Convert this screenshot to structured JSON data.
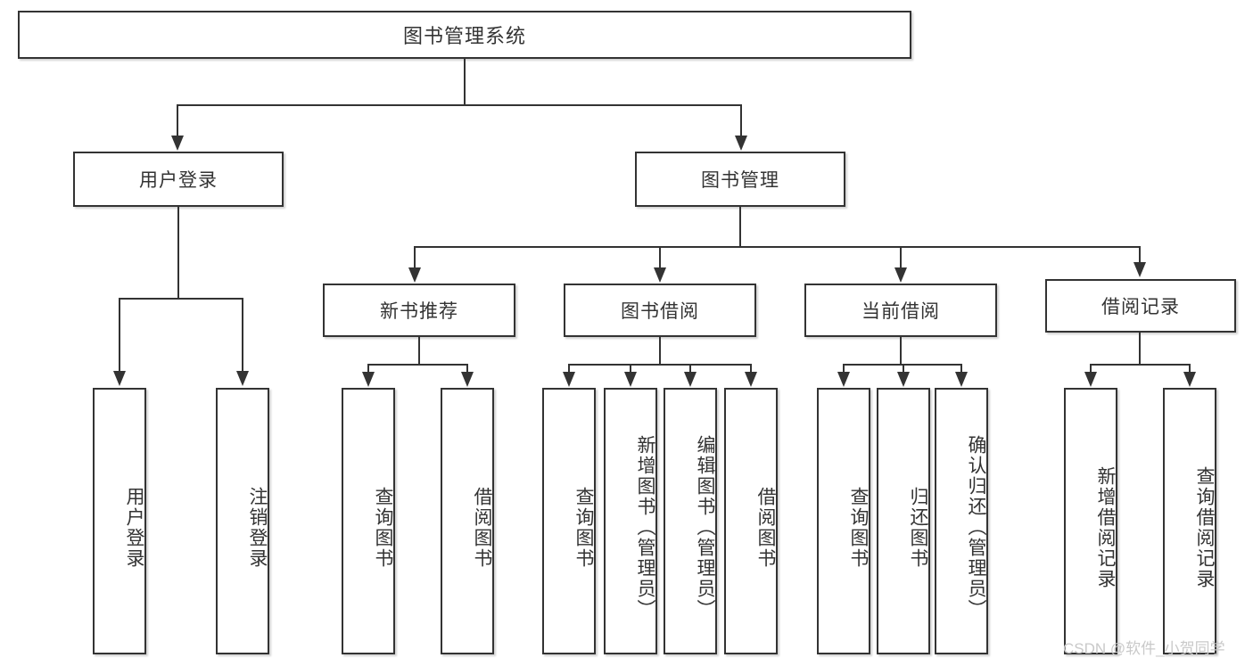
{
  "diagram": {
    "type": "tree",
    "title": "图书管理系统",
    "root": {
      "label": "图书管理系统",
      "children": [
        {
          "label": "用户登录",
          "children": [
            {
              "label": "用户登录"
            },
            {
              "label": "注销登录"
            }
          ]
        },
        {
          "label": "图书管理",
          "children": [
            {
              "label": "新书推荐",
              "children": [
                {
                  "label": "查询图书"
                },
                {
                  "label": "借阅图书"
                }
              ]
            },
            {
              "label": "图书借阅",
              "children": [
                {
                  "label": "查询图书"
                },
                {
                  "label": "新增图书（管理员）"
                },
                {
                  "label": "编辑图书（管理员）"
                },
                {
                  "label": "借阅图书"
                }
              ]
            },
            {
              "label": "当前借阅",
              "children": [
                {
                  "label": "查询图书"
                },
                {
                  "label": "归还图书"
                },
                {
                  "label": "确认归还（管理员）"
                }
              ]
            },
            {
              "label": "借阅记录",
              "children": [
                {
                  "label": "新增借阅记录"
                },
                {
                  "label": "查询借阅记录"
                }
              ]
            }
          ]
        }
      ]
    }
  },
  "watermark": {
    "text": "CSDN @软件_小贺同学",
    "color": "#c9c9c9"
  },
  "colors": {
    "stroke": "#333333",
    "background": "#ffffff",
    "text": "#333333"
  }
}
